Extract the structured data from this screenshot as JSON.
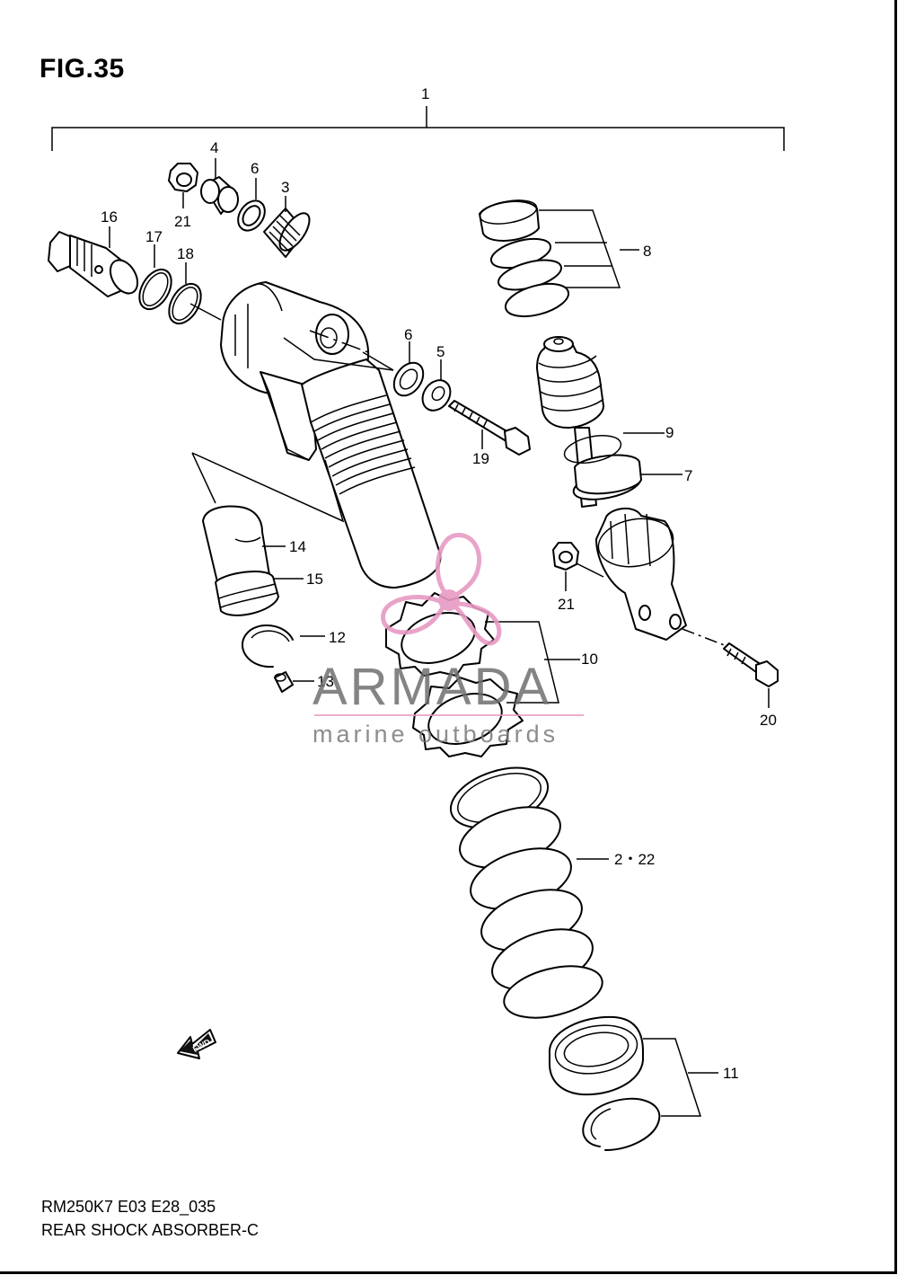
{
  "figure": {
    "title": "FIG.35",
    "code": "RM250K7 E03 E28_035",
    "name": "REAR SHOCK ABSORBER-C"
  },
  "callouts": [
    {
      "id": "c1",
      "label": "1"
    },
    {
      "id": "c4",
      "label": "4"
    },
    {
      "id": "c6a",
      "label": "6"
    },
    {
      "id": "c3",
      "label": "3"
    },
    {
      "id": "c21a",
      "label": "21"
    },
    {
      "id": "c16",
      "label": "16"
    },
    {
      "id": "c17",
      "label": "17"
    },
    {
      "id": "c18",
      "label": "18"
    },
    {
      "id": "c8",
      "label": "8"
    },
    {
      "id": "c6b",
      "label": "6"
    },
    {
      "id": "c5",
      "label": "5"
    },
    {
      "id": "c9",
      "label": "9"
    },
    {
      "id": "c19",
      "label": "19"
    },
    {
      "id": "c7",
      "label": "7"
    },
    {
      "id": "c14",
      "label": "14"
    },
    {
      "id": "c15",
      "label": "15"
    },
    {
      "id": "c21b",
      "label": "21"
    },
    {
      "id": "c12",
      "label": "12"
    },
    {
      "id": "c10",
      "label": "10"
    },
    {
      "id": "c13",
      "label": "13"
    },
    {
      "id": "c20",
      "label": "20"
    },
    {
      "id": "c2-22",
      "label": "2・22"
    },
    {
      "id": "c11",
      "label": "11"
    }
  ],
  "direction_marker": "FWD",
  "watermark": {
    "brand": "ARMADA",
    "tagline": "marine outboards",
    "colors": {
      "logo": "#e79ac3",
      "text": "#707070"
    }
  }
}
